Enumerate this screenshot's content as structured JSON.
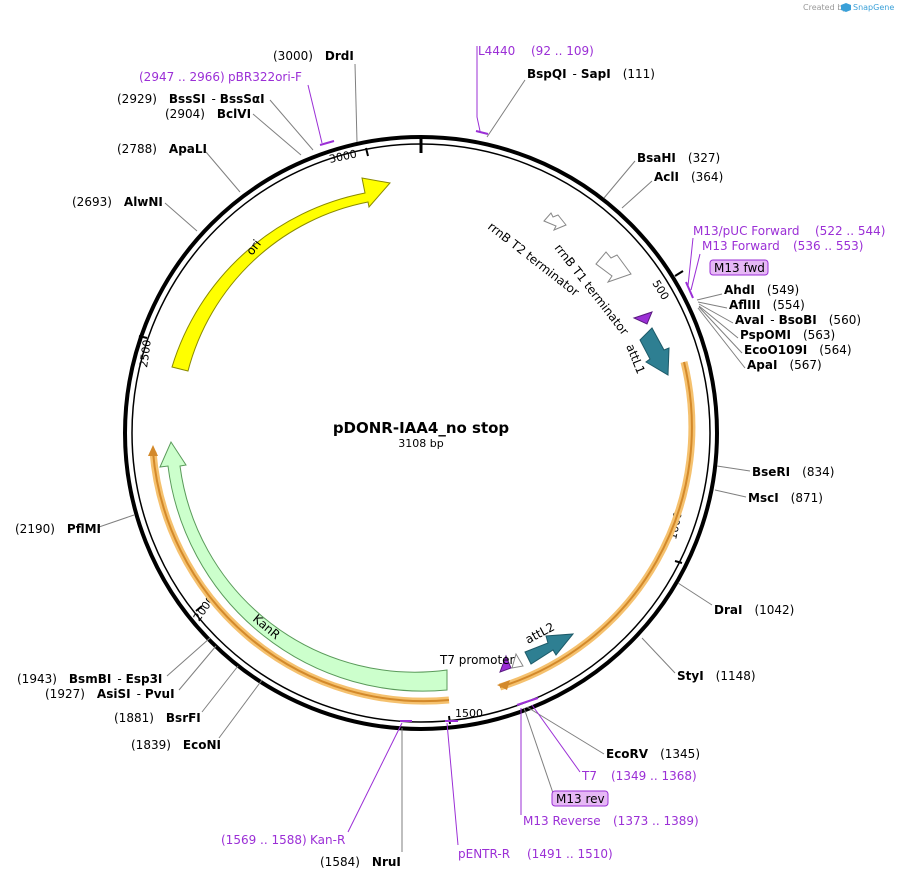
{
  "credit": {
    "prefix": "Created by",
    "brand": "SnapGene"
  },
  "plasmid": {
    "name": "pDONR-IAA4_no stop",
    "length": "3108 bp"
  },
  "ticks": [
    "500",
    "1000",
    "1500",
    "2000",
    "2500",
    "3000"
  ],
  "features": {
    "ori": "ori",
    "kanr": "KanR",
    "rrnb_t1": "rrnB T1 terminator",
    "rrnb_t2": "rrnB T2 terminator",
    "attl1": "attL1",
    "attl2": "attL2",
    "t7_promoter": "T7 promoter"
  },
  "sites": {
    "drdi": {
      "name": "DrdI",
      "pos": "(3000)"
    },
    "bspqi": {
      "name": "BspQI",
      "sep": "-",
      "name2": "SapI",
      "pos": "(111)"
    },
    "bsahi": {
      "name": "BsaHI",
      "pos": "(327)"
    },
    "acli": {
      "name": "AclI",
      "pos": "(364)"
    },
    "ahdi": {
      "name": "AhdI",
      "pos": "(549)"
    },
    "aflIII": {
      "name": "AflIII",
      "pos": "(554)"
    },
    "avai": {
      "name": "AvaI",
      "sep": "-",
      "name2": "BsoBI",
      "pos": "(560)"
    },
    "pspomi": {
      "name": "PspOMI",
      "pos": "(563)"
    },
    "ecoo109i": {
      "name": "EcoO109I",
      "pos": "(564)"
    },
    "apai": {
      "name": "ApaI",
      "pos": "(567)"
    },
    "bseri": {
      "name": "BseRI",
      "pos": "(834)"
    },
    "msci": {
      "name": "MscI",
      "pos": "(871)"
    },
    "drai": {
      "name": "DraI",
      "pos": "(1042)"
    },
    "styi": {
      "name": "StyI",
      "pos": "(1148)"
    },
    "ecorv": {
      "name": "EcoRV",
      "pos": "(1345)"
    },
    "nrui": {
      "name": "NruI",
      "pos": "(1584)"
    },
    "econi": {
      "name": "EcoNI",
      "pos": "(1839)"
    },
    "bsrfi": {
      "name": "BsrFI",
      "pos": "(1881)"
    },
    "asisi": {
      "name": "AsiSI",
      "sep": "-",
      "name2": "PvuI",
      "pos": "(1927)"
    },
    "bsmbi": {
      "name": "BsmBI",
      "sep": "-",
      "name2": "Esp3I",
      "pos": "(1943)"
    },
    "pflmi": {
      "name": "PflMI",
      "pos": "(2190)"
    },
    "alwni": {
      "name": "AlwNI",
      "pos": "(2693)"
    },
    "apali": {
      "name": "ApaLI",
      "pos": "(2788)"
    },
    "bclvi": {
      "name": "BclVI",
      "pos": "(2904)"
    },
    "bsssi": {
      "name": "BssSI",
      "sep": "-",
      "name2": "BssSαI",
      "pos": "(2929)"
    }
  },
  "primers": {
    "l4440": {
      "name": "L4440",
      "range": "(92 .. 109)"
    },
    "m13puc": {
      "name": "M13/pUC Forward",
      "range": "(522 .. 544)"
    },
    "m13fwd": {
      "name": "M13 Forward",
      "range": "(536 .. 553)"
    },
    "m13fwd_badge": "M13 fwd",
    "t7": {
      "name": "T7",
      "range": "(1349 .. 1368)"
    },
    "m13rev_badge": "M13 rev",
    "m13rev": {
      "name": "M13 Reverse",
      "range": "(1373 .. 1389)"
    },
    "pentr": {
      "name": "pENTR-R",
      "range": "(1491 .. 1510)"
    },
    "kanr": {
      "name": "Kan-R",
      "range": "(1569 .. 1588)"
    },
    "pbr322": {
      "name": "pBR322ori-F",
      "range": "(2947 .. 2966)"
    }
  },
  "colors": {
    "ori": "#ffff00",
    "kanr": "#ccffcc",
    "attl": "#2e7f92",
    "primer": "#9b2fd6",
    "terminator": "#ffffff",
    "highlight": "#f5a623"
  }
}
